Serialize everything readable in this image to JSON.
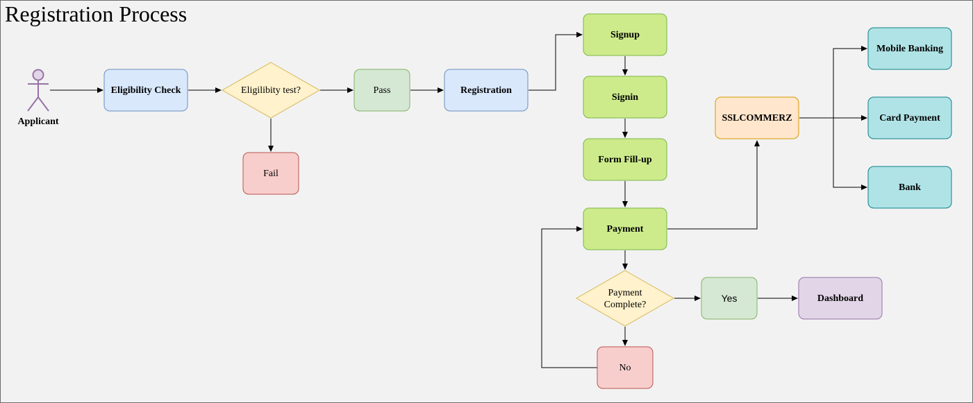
{
  "title": "Registration Process",
  "actor": {
    "label": "Applicant"
  },
  "nodes": {
    "eligibility_check": "Eligibility Check",
    "eligibility_test": "Eligilibity test?",
    "pass": "Pass",
    "fail": "Fail",
    "registration": "Registration",
    "signup": "Signup",
    "signin": "Signin",
    "form_fillup": "Form Fill-up",
    "payment": "Payment",
    "payment_complete_line1": "Payment",
    "payment_complete_line2": "Complete?",
    "yes": "Yes",
    "no": "No",
    "dashboard": "Dashboard",
    "sslcommerz": "SSLCOMMERZ",
    "mobile_banking": "Mobile Banking",
    "card_payment": "Card Payment",
    "bank": "Bank"
  },
  "colors": {
    "blue_fill": "#dae8fc",
    "blue_stroke": "#6c8ebf",
    "yellow_fill": "#fff2cc",
    "yellow_stroke": "#d6b656",
    "green_fill": "#d5e8d4",
    "green_stroke": "#82b366",
    "red_fill": "#f8cecc",
    "red_stroke": "#b85450",
    "lime_fill": "#cdeb8b",
    "lime_stroke": "#7ab648",
    "orange_fill": "#ffe6cc",
    "orange_stroke": "#d79b00",
    "teal_fill": "#b0e3e6",
    "teal_stroke": "#0e8088",
    "purple_fill": "#e1d5e7",
    "purple_stroke": "#9673a6"
  }
}
